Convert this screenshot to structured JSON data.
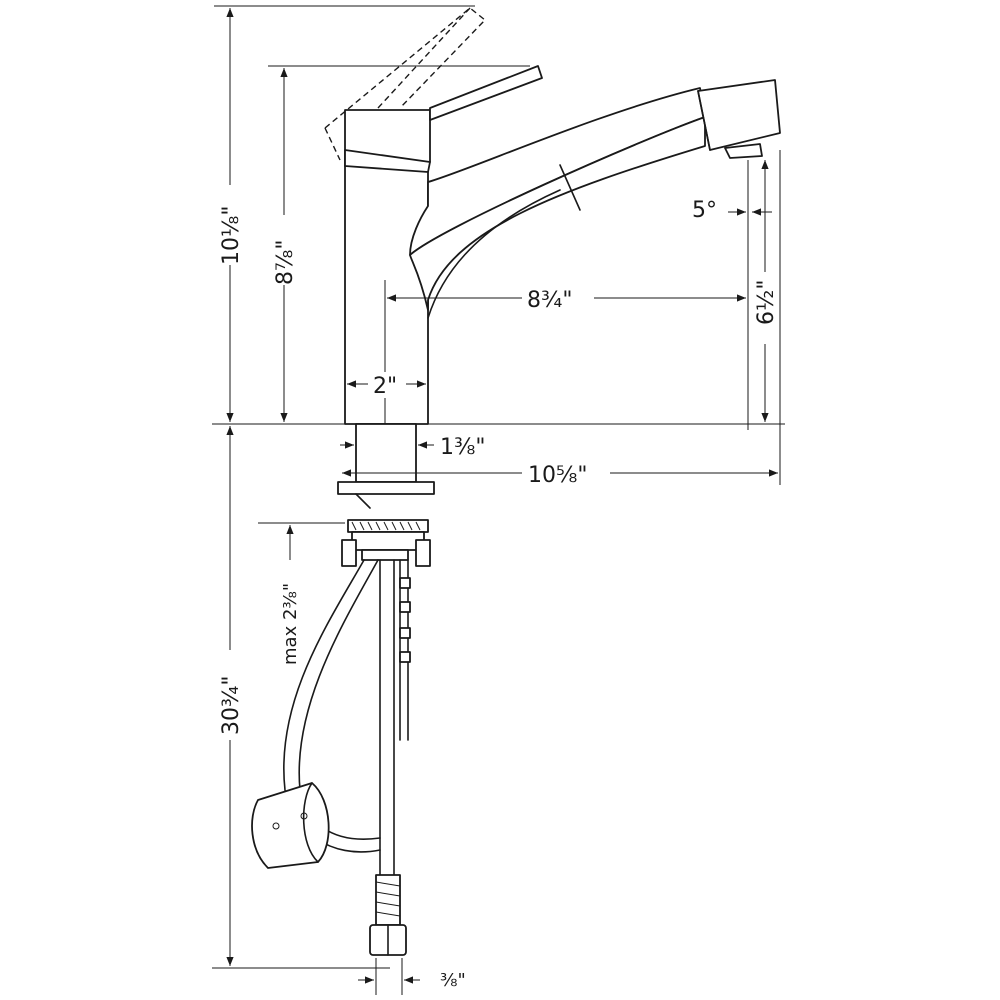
{
  "dimensions": {
    "overall_height": "10⅛\"",
    "spout_height": "8⅞\"",
    "reach": "8¾\"",
    "aerator_height": "6½\"",
    "spray_angle": "5°",
    "body_diameter": "2\"",
    "shank_diameter": "1⅜\"",
    "overall_reach": "10⅝\"",
    "max_deck_thickness": "max 2⅜\"",
    "hose_length": "30¾\"",
    "supply_connection": "⅜\""
  },
  "colors": {
    "line": "#1a1a1a",
    "background": "#ffffff"
  }
}
